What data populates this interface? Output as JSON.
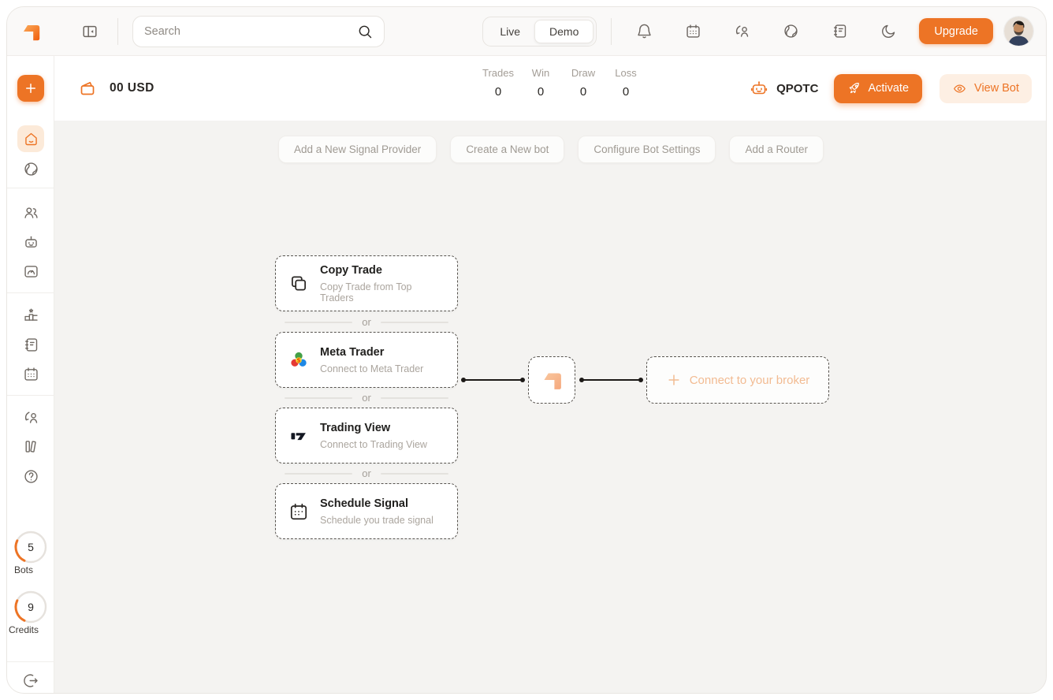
{
  "topbar": {
    "search": {
      "placeholder": "Search"
    },
    "mode": {
      "live": "Live",
      "demo": "Demo",
      "selected": "Demo"
    },
    "upgrade_label": "Upgrade"
  },
  "header": {
    "balance": "00 USD",
    "stats": [
      {
        "label": "Trades",
        "value": "0"
      },
      {
        "label": "Win",
        "value": "0"
      },
      {
        "label": "Draw",
        "value": "0"
      },
      {
        "label": "Loss",
        "value": "0"
      }
    ],
    "bot_name": "QPOTC",
    "activate_label": "Activate",
    "view_bot_label": "View Bot"
  },
  "actions": [
    "Add a New Signal Provider",
    "Create a New bot",
    "Configure Bot Settings",
    "Add a Router"
  ],
  "flow": {
    "or_label": "or",
    "sources": [
      {
        "title": "Copy Trade",
        "subtitle": "Copy Trade from Top Traders",
        "icon": "copy-icon"
      },
      {
        "title": "Meta Trader",
        "subtitle": "Connect to Meta Trader",
        "icon": "metatrader-icon"
      },
      {
        "title": "Trading View",
        "subtitle": "Connect to Trading View",
        "icon": "tradingview-icon"
      },
      {
        "title": "Schedule Signal",
        "subtitle": "Schedule you trade signal",
        "icon": "calendar-icon"
      }
    ],
    "broker_label": "Connect to your broker"
  },
  "sidebar": {
    "bots": {
      "value": "5",
      "label": "Bots"
    },
    "credits": {
      "value": "9",
      "label": "Credits"
    }
  },
  "colors": {
    "primary": "#ED7425",
    "primary_soft": "#FDEFE3",
    "canvas": "#F4F3F1"
  }
}
